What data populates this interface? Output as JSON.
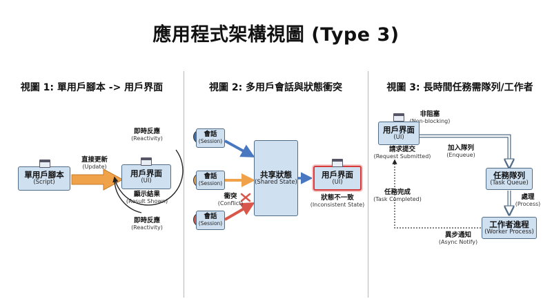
{
  "title": "應用程式架構視圖 (Type 3)",
  "view1": {
    "heading": "視圖 1: 單用戶腳本 -> 用戶界面",
    "script_box": {
      "main": "單用戶腳本",
      "sub": "(Script)"
    },
    "update_label": {
      "main": "直接更新",
      "sub": "(Update)"
    },
    "ui_box": {
      "main": "用戶界面",
      "sub": "(UI)"
    },
    "reactivity_top": {
      "main": "即時反應",
      "sub": "(Reactivity)"
    },
    "result_shown": {
      "main": "顯示結果",
      "sub": "(Result Shown)"
    },
    "reactivity_bottom": {
      "main": "即時反應",
      "sub": "(Reactivity)"
    }
  },
  "view2": {
    "heading": "視圖 2: 多用戶會話與狀態衝突",
    "sessions": [
      {
        "main": "會話",
        "sub": "(Session)",
        "color": "#3f6fb0"
      },
      {
        "main": "會話",
        "sub": "(Session)",
        "color": "#e29a45"
      },
      {
        "main": "會話",
        "sub": "(Session)",
        "color": "#d9574a"
      }
    ],
    "conflict_label": {
      "main": "衝突",
      "sub": "(Conflict)"
    },
    "shared_state": {
      "main": "共享狀態",
      "sub": "(Shared State)"
    },
    "ui_box": {
      "main": "用戶界面",
      "sub": "(UI)"
    },
    "inconsistent": {
      "main": "狀態不一致",
      "sub": "(Inconsistent State)"
    }
  },
  "view3": {
    "heading": "視圖 3: 長時間任務需隊列/工作者",
    "non_blocking": {
      "main": "非阻塞",
      "sub": "(Non-blocking)"
    },
    "ui_box": {
      "main": "用戶界面",
      "sub": "(UI)"
    },
    "request_submitted": {
      "main": "請求提交",
      "sub": "(Request Submitted)"
    },
    "enqueue": {
      "main": "加入隊列",
      "sub": "(Enqueue)"
    },
    "task_queue": {
      "main": "任務隊列",
      "sub": "(Task Queue)"
    },
    "process": {
      "main": "處理",
      "sub": "(Process)"
    },
    "worker": {
      "main": "工作者進程",
      "sub": "(Worker Process)"
    },
    "task_completed": {
      "main": "任務完成",
      "sub": "(Task Completed)"
    },
    "async_notify": {
      "main": "異步通知",
      "sub": "(Async Notify)"
    }
  },
  "colors": {
    "box_fill": "#cfe0f1",
    "box_border": "#4f6b86",
    "arrow_blue": "#4a78c0",
    "arrow_orange": "#f0a24a",
    "arrow_red": "#d9574a",
    "alert_red": "#d63a3a"
  }
}
